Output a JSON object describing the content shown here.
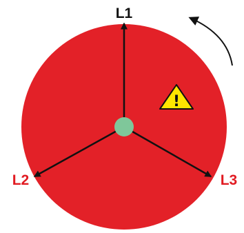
{
  "diagram": {
    "phases": [
      {
        "label": "L1",
        "label_color": "#111111"
      },
      {
        "label": "L2",
        "label_color": "#e11b22"
      },
      {
        "label": "L3",
        "label_color": "#e11b22"
      }
    ],
    "warning": {
      "icon": "warning-triangle-icon",
      "mark": "!",
      "fill_color": "#ffe600",
      "border_color": "#111111"
    },
    "rotation": {
      "icon": "counterclockwise-rotation-arrow-icon",
      "direction": "counterclockwise"
    },
    "colors": {
      "disc": "#e32128",
      "hub": "#7fc79a",
      "vector": "#111111"
    }
  }
}
